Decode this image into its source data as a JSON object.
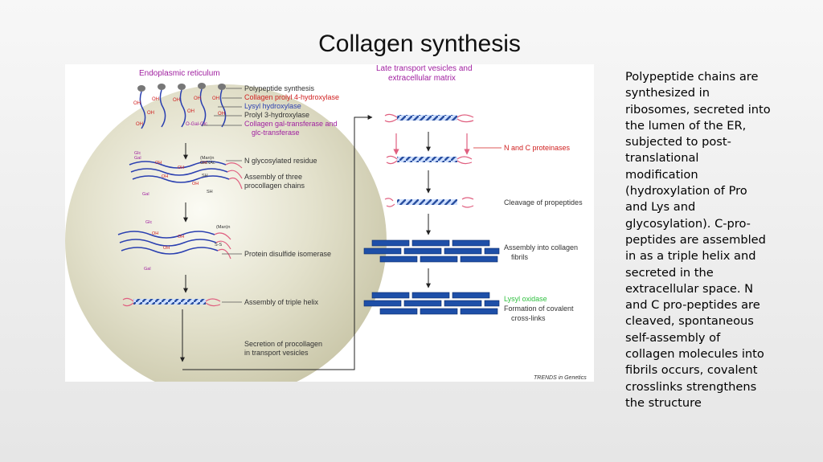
{
  "slide": {
    "title": "Collagen synthesis",
    "side_text": "Polypeptide chains are synthesized in ribosomes, secreted into the lumen of the ER, subjected to post-translational modification (hydroxylation of Pro and Lys and glycosylation). C-pro-peptides are assembled in as a triple helix and secreted in the extracellular space. N and C pro-peptides are cleaved, spontaneous self-assembly of collagen molecules into fibrils occurs, covalent crosslinks strengthens the structure"
  },
  "figure": {
    "er_label": "Endoplasmic reticulum",
    "ecm_label_line1": "Late transport vesicles and",
    "ecm_label_line2": "extracellular matrix",
    "credit": "TRENDS in Genetics",
    "enzymes": [
      {
        "label": "Polypeptide synthesis",
        "color": "#333333"
      },
      {
        "label": "Collagen prolyl 4-hydroxylase",
        "color": "#d02020"
      },
      {
        "label": "Lysyl hydroxylase",
        "color": "#2a3fb0"
      },
      {
        "label": "Prolyl 3-hydroxylase",
        "color": "#333333"
      },
      {
        "label": "Collagen gal-transferase and",
        "color": "#a020a0"
      },
      {
        "label": "glc-transferase",
        "color": "#a020a0"
      }
    ],
    "left_steps": {
      "n_glyco": "N glycosylated residue",
      "assembly_line1": "Assembly of three",
      "assembly_line2": "procollagen chains",
      "pdi": "Protein disulfide isomerase",
      "triple_helix": "Assembly of triple helix",
      "secretion_line1": "Secretion of procollagen",
      "secretion_line2": "in transport vesicles"
    },
    "right_steps": {
      "proteinases": "N and C proteinases",
      "cleavage": "Cleavage of propeptides",
      "fibrils_line1": "Assembly into collagen",
      "fibrils_line2": "fibrils",
      "lysyl_oxidase": "Lysyl oxidase",
      "crosslinks_line1": "Formation of covalent",
      "crosslinks_line2": "cross-links"
    },
    "residue_labels": {
      "oh": "OH",
      "glc": "Glc",
      "gal": "Gal",
      "man": "(Man)n",
      "glcnac": "GlcNAc",
      "sh": "SH",
      "ss": "S-S",
      "o_gal_glc": "O-Gal-Glc"
    },
    "colors": {
      "er": "#d8d6bf",
      "helix": "#2a4fa0",
      "propeptide": "#e06080",
      "fibril": "#1e4fa8",
      "enzyme_red": "#d02020",
      "enzyme_blue": "#2a3fb0",
      "enzyme_purple": "#a020a0",
      "lysyl_green": "#30c040"
    }
  }
}
